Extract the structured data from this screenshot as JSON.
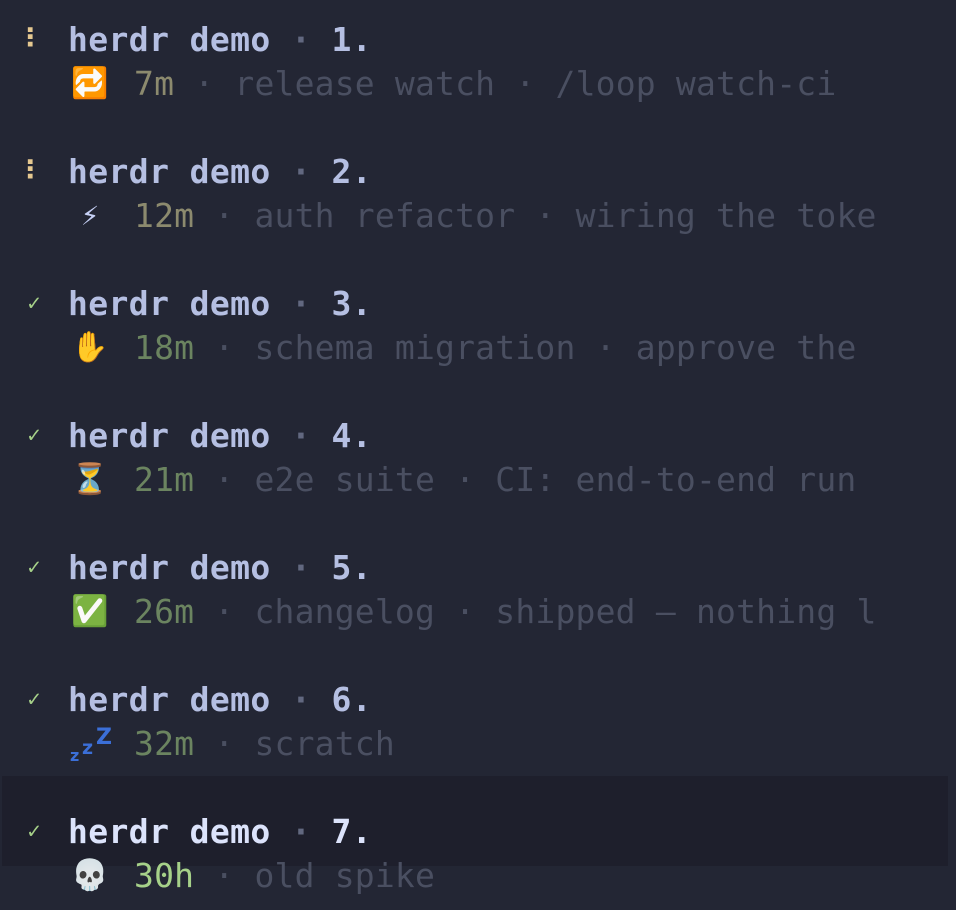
{
  "sessions": [
    {
      "status": "working",
      "status_glyph": "⠇",
      "title": "herdr demo",
      "separator": "·",
      "index": "1.",
      "icon_name": "repeat-icon",
      "icon": "🔁",
      "age": "7m",
      "age_style": "stale",
      "dot1": "·",
      "name": "release watch",
      "dot2": "·",
      "message": "/loop watch-ci"
    },
    {
      "status": "working",
      "status_glyph": "⠇",
      "title": "herdr demo",
      "separator": "·",
      "index": "2.",
      "icon_name": "lightning-icon",
      "icon": "⚡",
      "age": "12m",
      "age_style": "stale",
      "dot1": "·",
      "name": "auth refactor",
      "dot2": "·",
      "message": "wiring the toke"
    },
    {
      "status": "done",
      "status_glyph": "✓",
      "title": "herdr demo",
      "separator": "·",
      "index": "3.",
      "icon_name": "raised-hand-icon",
      "icon": "✋",
      "age": "18m",
      "age_style": "idle",
      "dot1": "·",
      "name": "schema migration",
      "dot2": "·",
      "message": "approve the"
    },
    {
      "status": "done",
      "status_glyph": "✓",
      "title": "herdr demo",
      "separator": "·",
      "index": "4.",
      "icon_name": "hourglass-icon",
      "icon": "⏳",
      "age": "21m",
      "age_style": "idle",
      "dot1": "·",
      "name": "e2e suite",
      "dot2": "·",
      "message": "CI: end-to-end run"
    },
    {
      "status": "done",
      "status_glyph": "✓",
      "title": "herdr demo",
      "separator": "·",
      "index": "5.",
      "icon_name": "check-mark-icon",
      "icon": "✅",
      "age": "26m",
      "age_style": "idle",
      "dot1": "·",
      "name": "changelog",
      "dot2": "·",
      "message": "shipped — nothing l"
    },
    {
      "status": "done",
      "status_glyph": "✓",
      "title": "herdr demo",
      "separator": "·",
      "index": "6.",
      "icon_name": "zzz-sleep-icon",
      "icon": "",
      "age": "32m",
      "age_style": "idle",
      "dot1": "·",
      "name": "scratch",
      "dot2": "",
      "message": ""
    },
    {
      "status": "done",
      "status_glyph": "✓",
      "title": "herdr demo",
      "separator": "·",
      "index": "7.",
      "icon_name": "skull-icon",
      "icon": "💀",
      "age": "30h",
      "age_style": "active",
      "dot1": "·",
      "name": "old spike",
      "dot2": "",
      "message": "",
      "selected": true
    }
  ],
  "colors": {
    "background": "#232634",
    "selected_background": "#1e1f2c",
    "working": "#e5c890",
    "done": "#a6d189",
    "muted_text": "#4a4f61"
  }
}
